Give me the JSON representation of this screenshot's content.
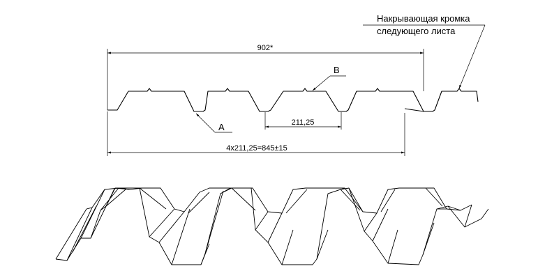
{
  "drawing": {
    "overlap_note_line1": "Накрывающая кромка",
    "overlap_note_line2": "следующего листа",
    "overall_width": "902*",
    "pitch": "211,25",
    "working_width": "4x211,25=845±15",
    "callout_a": "A",
    "callout_b": "B"
  }
}
